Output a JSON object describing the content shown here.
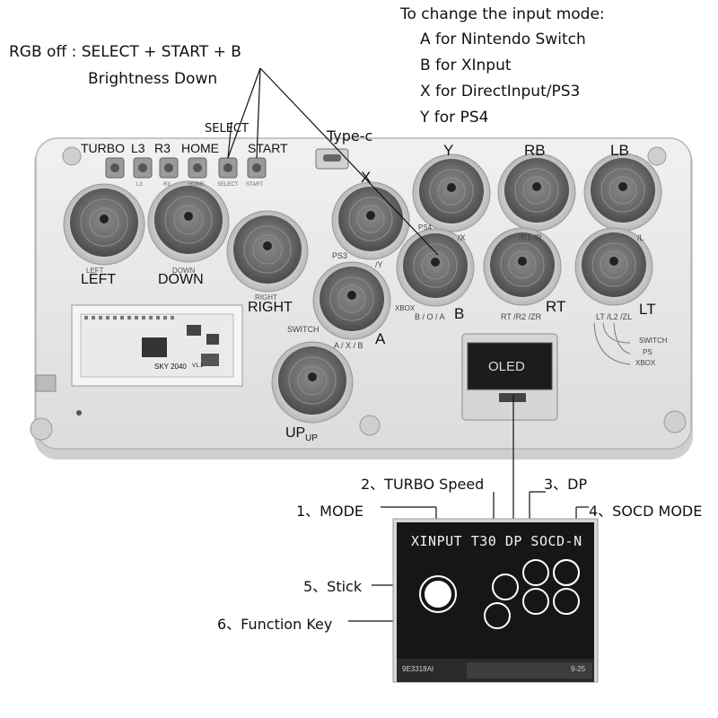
{
  "annotations": {
    "rgb_off": "RGB off : SELECT + START + B",
    "brightness_down": "Brightness Down",
    "input_mode_title": "To change the input mode:",
    "input_mode_a": "A for Nintendo Switch",
    "input_mode_b": "B for XInput",
    "input_mode_x": "X for DirectInput/PS3",
    "input_mode_y": "Y for PS4",
    "select": "SELECT",
    "start": "START",
    "type_c": "Type-c"
  },
  "small_buttons": {
    "turbo": "TURBO",
    "l3": "L3",
    "r3": "R3",
    "home": "HOME",
    "start": "START",
    "small_l3": "L3",
    "small_r3": "R3",
    "small_home": "HOME",
    "small_select": "SELECT",
    "small_start": "START"
  },
  "action_buttons": {
    "left": "LEFT",
    "left_small": "LEFT",
    "down": "DOWN",
    "down_small": "DOWN",
    "right": "RIGHT",
    "right_small": "RIGHT",
    "up": "UP",
    "up_sub": "UP",
    "x": "X",
    "x_sub": "PS3",
    "x_sub2": "/Y",
    "y": "Y",
    "y_sub": "PS4",
    "y_sub2": "/X",
    "rb": "RB",
    "rb_sub": "/R1 /R",
    "lb": "LB",
    "lb_sub": "/L",
    "b": "B",
    "b_sub": "B / O / A",
    "b_xbox": "XBOX",
    "rt": "RT",
    "rt_sub": "RT /R2 /ZR",
    "lt": "LT",
    "lt_sub": "LT /L2 /ZL",
    "a": "A",
    "a_sub": "A / X / B",
    "a_switch": "SWITCH",
    "mode_switch": "SWITCH",
    "mode_ps": "PS",
    "mode_xbox": "XBOX"
  },
  "board": {
    "pcb_name": "SKY 2040",
    "pcb_version": "V1.1",
    "oled": "OLED"
  },
  "oled_callouts": {
    "mode": "1、MODE",
    "turbo_speed": "2、TURBO Speed",
    "dp": "3、DP",
    "socd_mode": "4、SOCD MODE",
    "stick": "5、Stick",
    "function_key": "6、Function Key"
  },
  "oled_screen": {
    "status_line": "XINPUT T30 DP SOCD-N",
    "module_left": "9E3318AI",
    "module_right": "9-25"
  },
  "colors": {
    "board": "#e9e9e9",
    "button_cap": "#6d6d6d",
    "screen": "#161616"
  }
}
